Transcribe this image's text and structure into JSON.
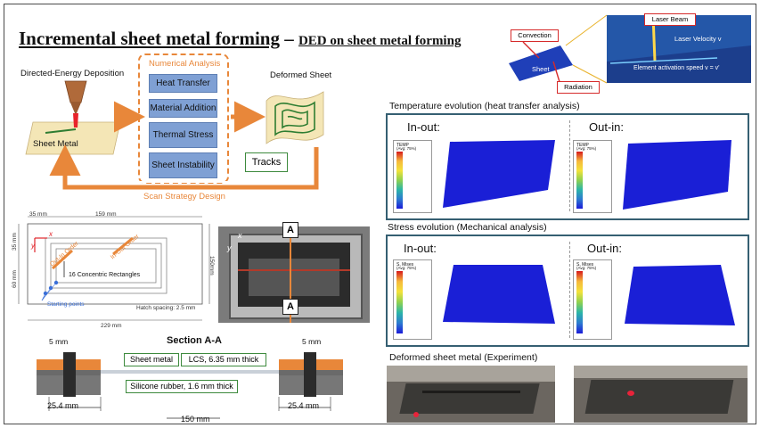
{
  "title": {
    "main": "Incremental sheet metal forming",
    "dash": " – ",
    "sub": "DED  on sheet metal forming"
  },
  "process": {
    "ded_label": "Directed-Energy Deposition",
    "sheet_label": "Sheet Metal",
    "numerical_analysis": "Numerical Analysis",
    "steps": [
      "Heat Transfer",
      "Material Addition",
      "Thermal Stress",
      "Sheet Instability"
    ],
    "deformed_label": "Deformed Sheet",
    "tracks_label": "Tracks",
    "scan_strategy": "Scan Strategy Design"
  },
  "toolpath": {
    "dim_35_top": "35 mm",
    "dim_159": "159 mm",
    "dim_35_left": "35 mm",
    "dim_60": "60 mm",
    "dim_150": "150mm",
    "dim_229": "229 mm",
    "out_in_order": "Out-In Order",
    "in_out_order": "In-Out Order",
    "concentric": "16 Concentric Rectangles",
    "starting_points": "Starting points",
    "hatch": "Hatch spacing: 2.5 mm",
    "axis_x": "x",
    "axis_y": "y"
  },
  "fixture": {
    "marker_a": "A",
    "axis_x": "x",
    "axis_y": "y"
  },
  "section": {
    "title": "Section A-A",
    "dim_5_left": "5 mm",
    "dim_5_right": "5 mm",
    "sheet_metal": "Sheet metal",
    "lcs": "LCS, 6.35 mm thick",
    "silicone": "Silicone rubber, 1.6 mm thick",
    "dim_25_left": "25.4 mm",
    "dim_25_right": "25.4 mm",
    "dim_150": "150 mm"
  },
  "laser": {
    "convection": "Convection",
    "laser_beam": "Laser Beam",
    "laser_velocity": "Laser Velocity v",
    "sheet": "Sheet",
    "radiation": "Radiation",
    "activation": "Element activation speed  v = v'"
  },
  "temperature": {
    "heading": "Temperature evolution (heat transfer analysis)",
    "in_out": "In-out:",
    "out_in": "Out-in:",
    "legend_title": "TEMP",
    "legend_sub": "(Avg: 75%)"
  },
  "stress": {
    "heading": "Stress evolution (Mechanical analysis)",
    "in_out": "In-out:",
    "out_in": "Out-in:",
    "legend_title": "S, Mises",
    "legend_sub": "(Avg: 75%)"
  },
  "experiment": {
    "heading": "Deformed sheet metal (Experiment)"
  },
  "colors": {
    "orange": "#e8873a",
    "step_box": "#7fa0d4",
    "panel_border": "#355f72",
    "sim_blue": "#1a1fd6",
    "green_callout": "#3d8a3d",
    "red_callout": "#d62a2a"
  }
}
